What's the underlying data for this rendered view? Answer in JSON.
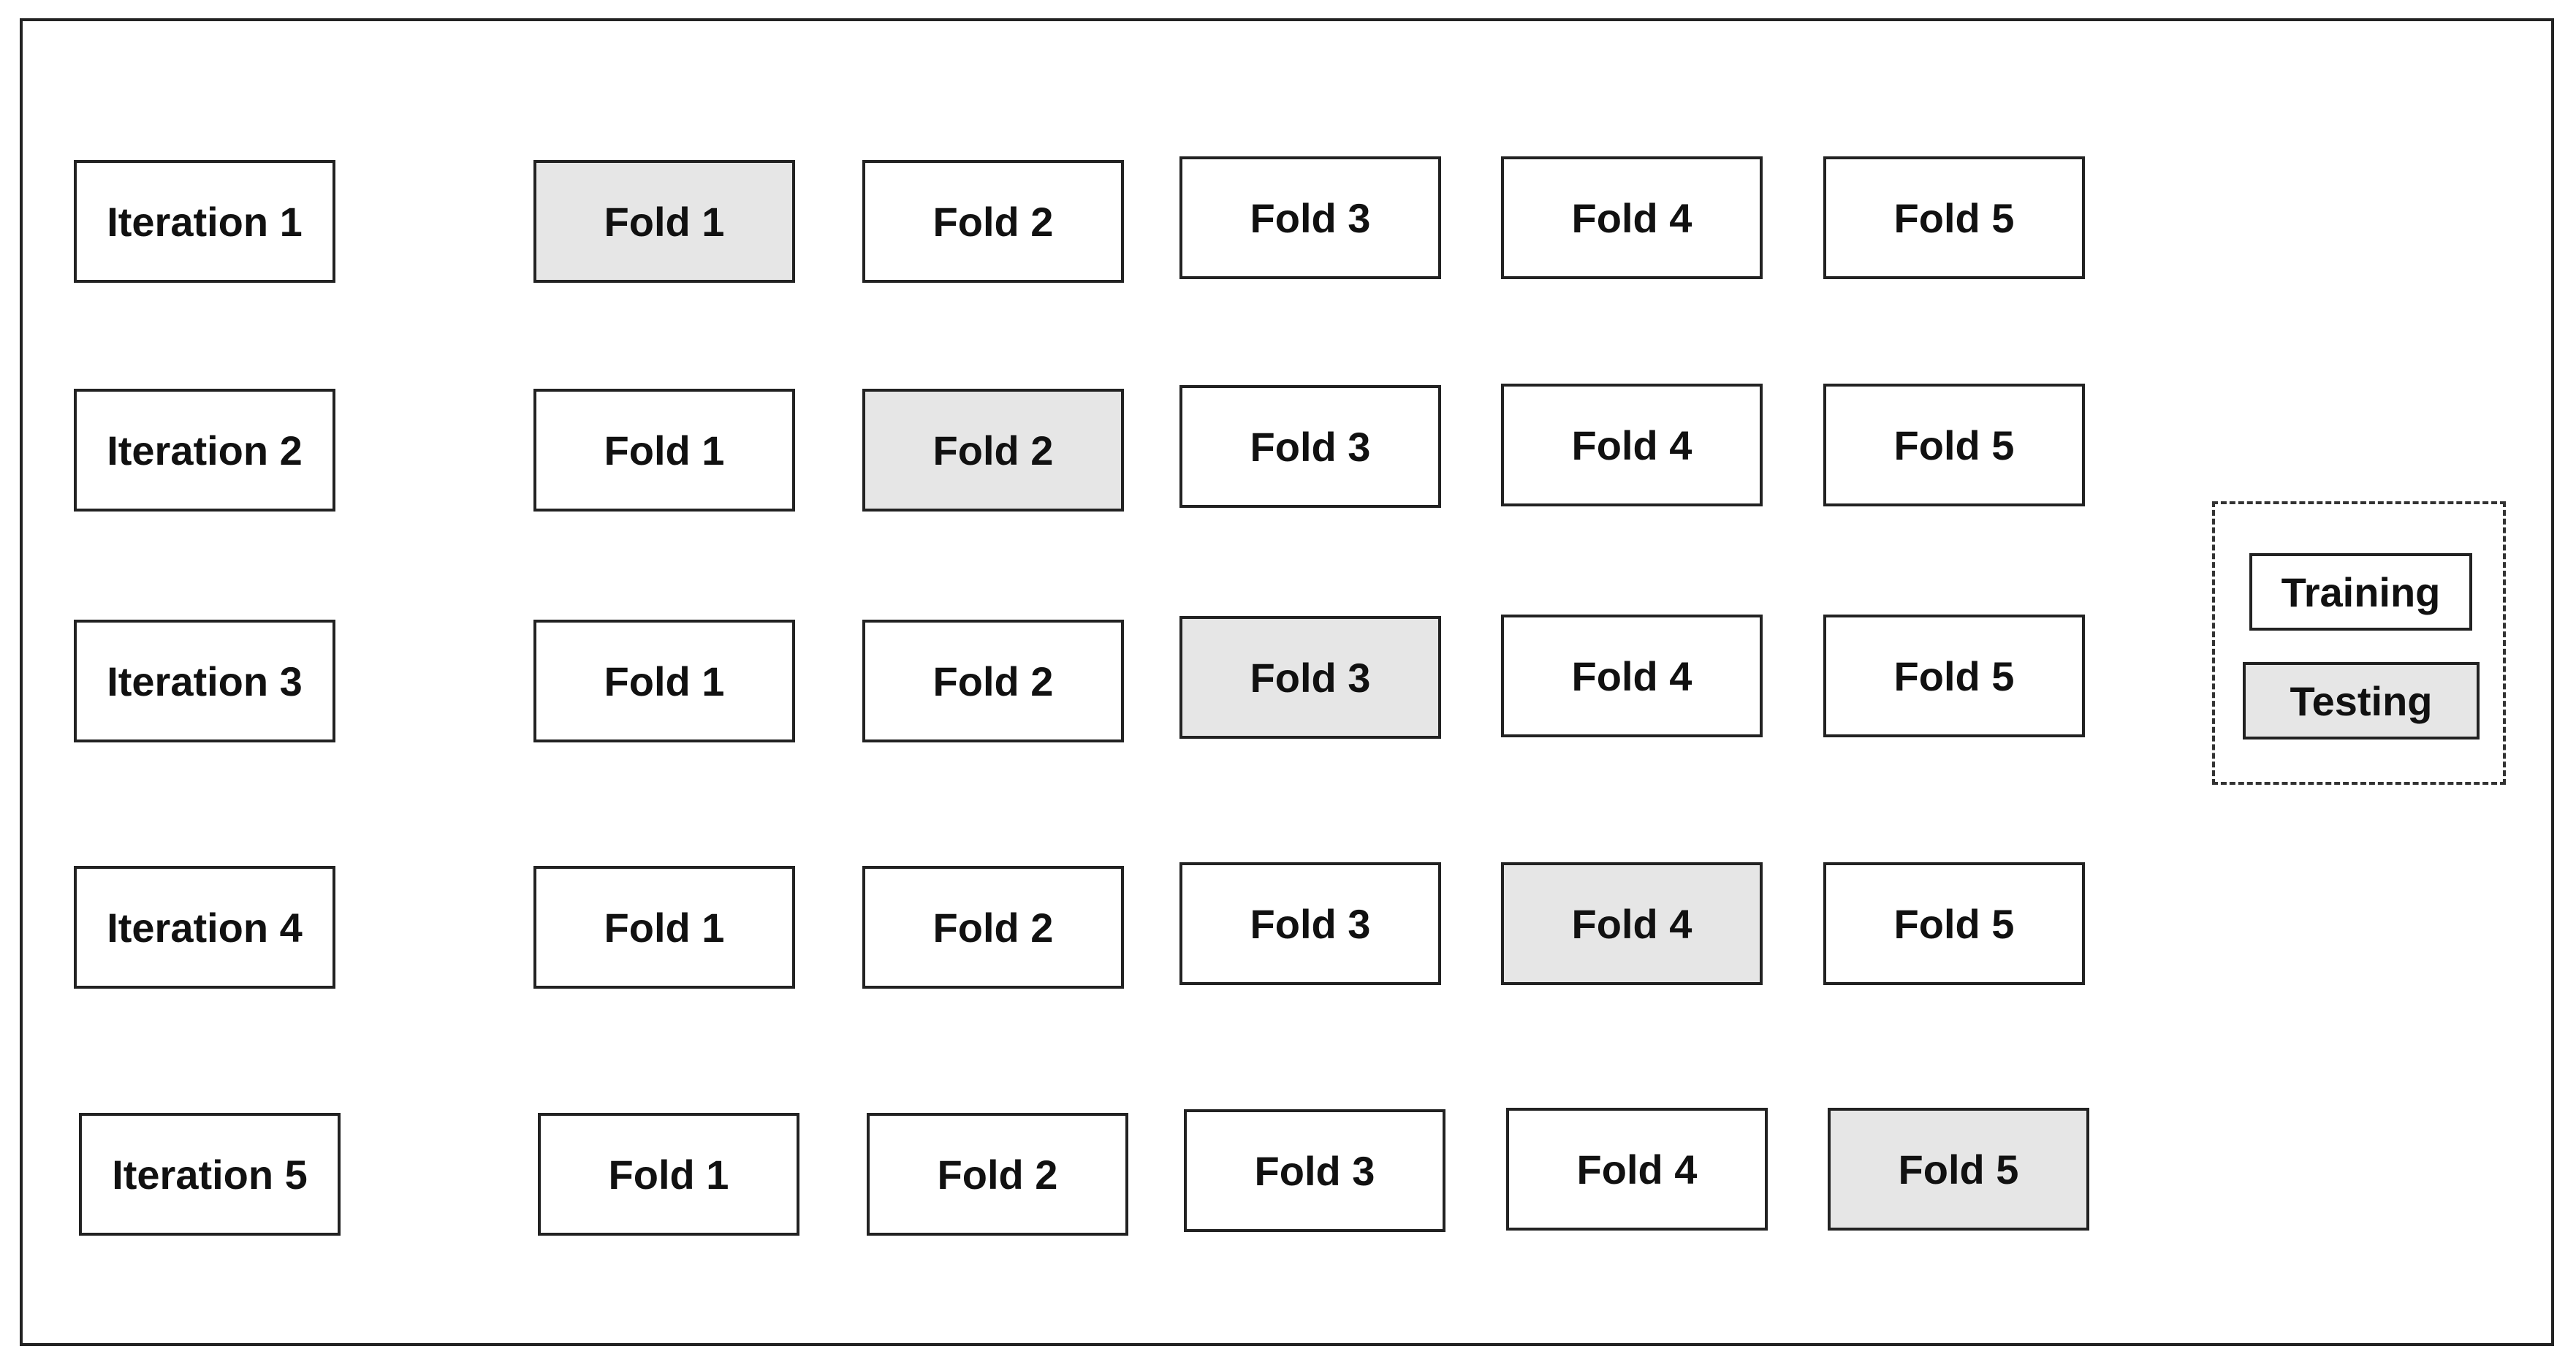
{
  "iterations": [
    {
      "label": "Iteration 1",
      "folds": [
        "Fold 1",
        "Fold 2",
        "Fold 3",
        "Fold 4",
        "Fold 5"
      ],
      "testing_fold": 1
    },
    {
      "label": "Iteration 2",
      "folds": [
        "Fold 1",
        "Fold 2",
        "Fold 3",
        "Fold 4",
        "Fold 5"
      ],
      "testing_fold": 2
    },
    {
      "label": "Iteration 3",
      "folds": [
        "Fold 1",
        "Fold 2",
        "Fold 3",
        "Fold 4",
        "Fold 5"
      ],
      "testing_fold": 3
    },
    {
      "label": "Iteration 4",
      "folds": [
        "Fold 1",
        "Fold 2",
        "Fold 3",
        "Fold 4",
        "Fold 5"
      ],
      "testing_fold": 4
    },
    {
      "label": "Iteration 5",
      "folds": [
        "Fold 1",
        "Fold 2",
        "Fold 3",
        "Fold 4",
        "Fold 5"
      ],
      "testing_fold": 5
    }
  ],
  "legend": {
    "training_label": "Training",
    "testing_label": "Testing"
  },
  "colors": {
    "training_fill": "#ffffff",
    "testing_fill": "#e6e6e6",
    "border": "#222222"
  }
}
